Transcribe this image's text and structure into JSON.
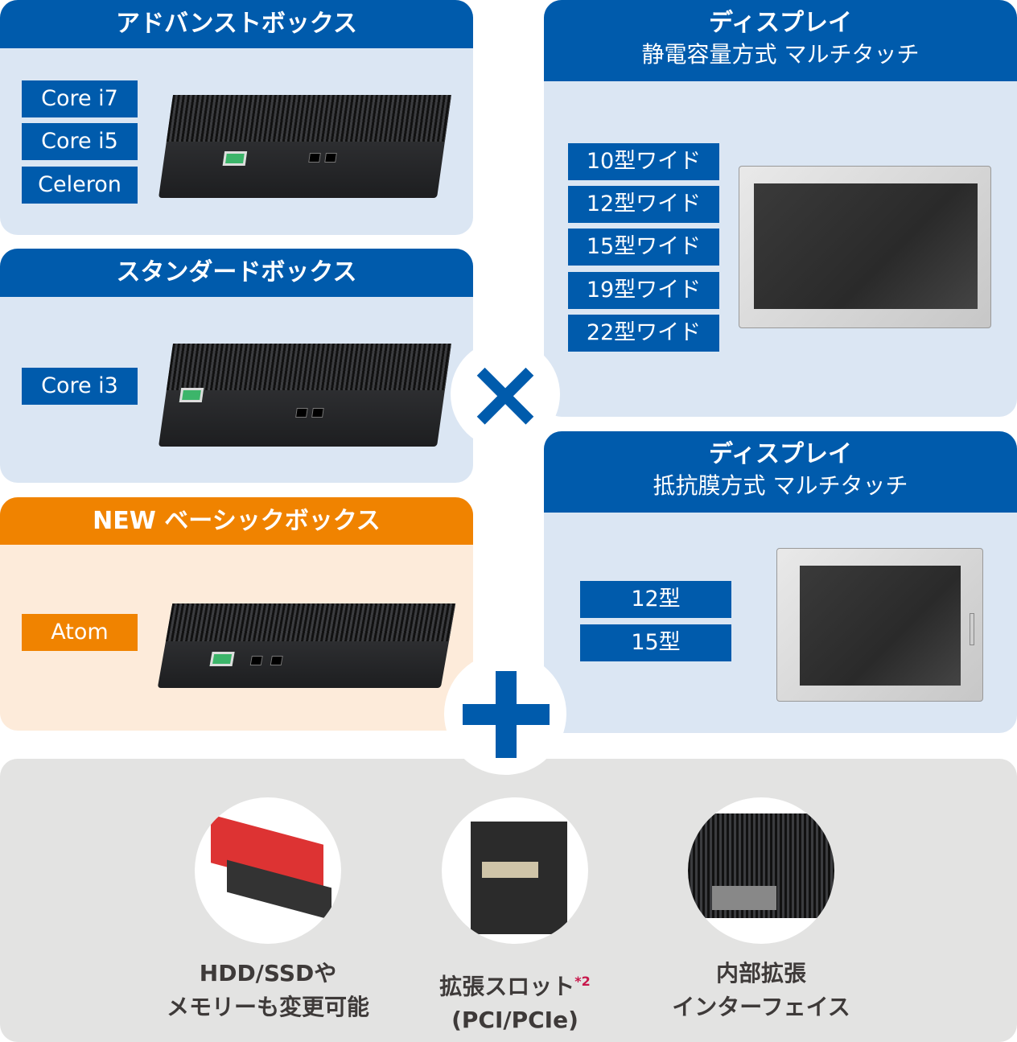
{
  "advanced": {
    "title": "アドバンストボックス",
    "cpus": [
      "Core i7",
      "Core i5",
      "Celeron"
    ]
  },
  "standard": {
    "title": "スタンダードボックス",
    "cpus": [
      "Core i3"
    ]
  },
  "basic": {
    "title": "NEW ベーシックボックス",
    "cpus": [
      "Atom"
    ]
  },
  "display_capacitive": {
    "title": "ディスプレイ",
    "subtitle": "静電容量方式 マルチタッチ",
    "sizes": [
      "10型ワイド",
      "12型ワイド",
      "15型ワイド",
      "19型ワイド",
      "22型ワイド"
    ]
  },
  "display_resistive": {
    "title": "ディスプレイ",
    "subtitle": "抵抗膜方式 マルチタッチ",
    "sizes": [
      "12型",
      "15型"
    ]
  },
  "operators": {
    "times": "×",
    "plus": "+"
  },
  "features": [
    {
      "line1": "HDD/SSDや",
      "line2": "メモリーも変更可能"
    },
    {
      "line1": "拡張スロット",
      "note": "*2",
      "line2": "(PCI/PCIe)"
    },
    {
      "line1": "内部拡張",
      "line2": "インターフェイス"
    }
  ],
  "colors": {
    "blue": "#005bac",
    "light_blue": "#dbe6f3",
    "orange": "#f08300",
    "light_orange": "#fdebda",
    "gray": "#e3e3e2",
    "note": "#c8174b"
  }
}
